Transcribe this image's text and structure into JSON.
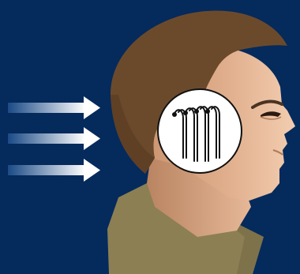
{
  "colors": {
    "background": "#052a5c",
    "hair": "#6b4a2c",
    "hair_shadow": "#5a3c22",
    "skin_light": "#f2cdb0",
    "skin_mid": "#e0ae8c",
    "skin_shadow": "#c9936f",
    "shirt": "#8c7f54",
    "shirt_shadow": "#6f6541",
    "arrow_start": "#1b4a86",
    "arrow_end": "#ffffff",
    "circle_fill": "#ffffff",
    "hair_cells": "#111111"
  },
  "icons": {
    "sound_arrows": "right-arrow-icon",
    "inner_ear": "hair-cells-icon"
  },
  "arrows": [
    {
      "name": "sound-arrow-top"
    },
    {
      "name": "sound-arrow-middle"
    },
    {
      "name": "sound-arrow-bottom"
    }
  ],
  "hair_cell_count": 4
}
